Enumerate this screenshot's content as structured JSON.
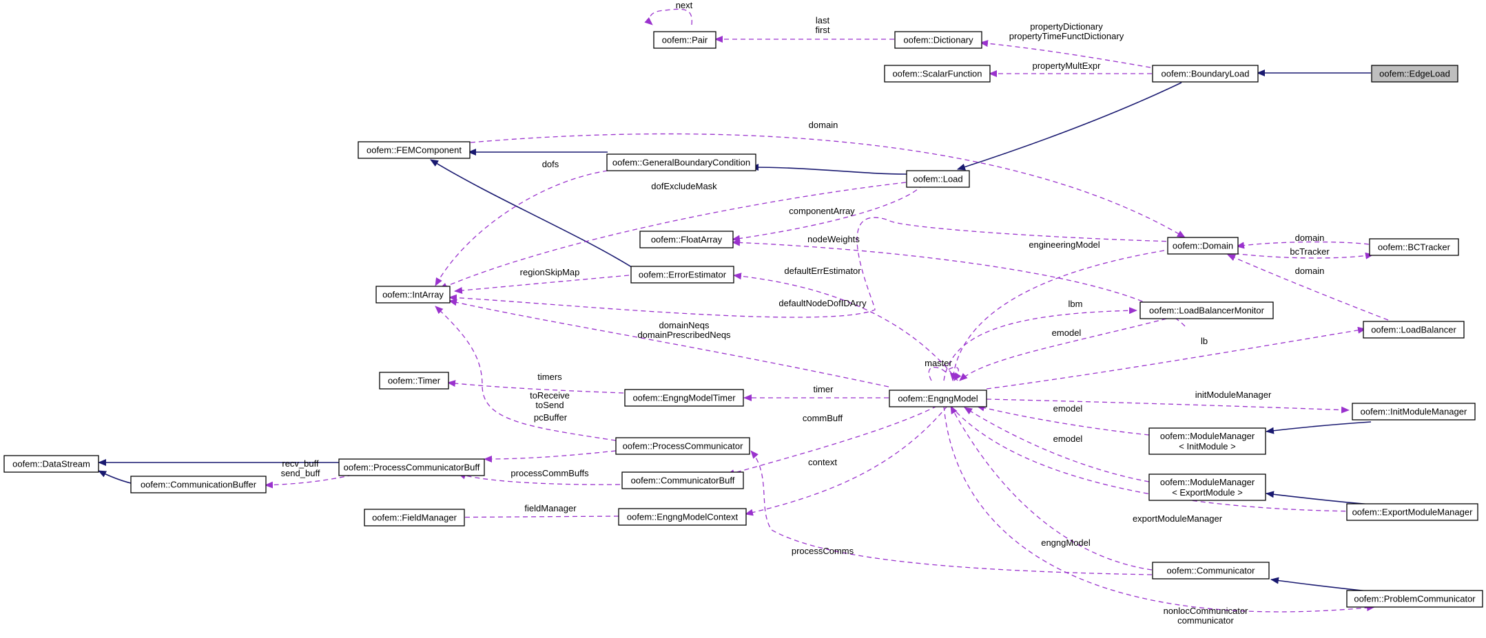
{
  "diagram": {
    "colors": {
      "inheritance": "#191970",
      "usage": "#9a32cd",
      "highlight_fill": "#bfbfbf"
    },
    "nodes": [
      {
        "id": "pair",
        "lines": [
          "oofem::Pair"
        ]
      },
      {
        "id": "dictionary",
        "lines": [
          "oofem::Dictionary"
        ]
      },
      {
        "id": "scalarfunction",
        "lines": [
          "oofem::ScalarFunction"
        ]
      },
      {
        "id": "boundaryload",
        "lines": [
          "oofem::BoundaryLoad"
        ]
      },
      {
        "id": "edgeload",
        "lines": [
          "oofem::EdgeLoad"
        ],
        "highlight": true
      },
      {
        "id": "femcomponent",
        "lines": [
          "oofem::FEMComponent"
        ]
      },
      {
        "id": "gbc",
        "lines": [
          "oofem::GeneralBoundaryCondition"
        ]
      },
      {
        "id": "load",
        "lines": [
          "oofem::Load"
        ]
      },
      {
        "id": "floatarray",
        "lines": [
          "oofem::FloatArray"
        ]
      },
      {
        "id": "domain",
        "lines": [
          "oofem::Domain"
        ]
      },
      {
        "id": "bctracker",
        "lines": [
          "oofem::BCTracker"
        ]
      },
      {
        "id": "intarray",
        "lines": [
          "oofem::IntArray"
        ]
      },
      {
        "id": "errorestimator",
        "lines": [
          "oofem::ErrorEstimator"
        ]
      },
      {
        "id": "lbmonitor",
        "lines": [
          "oofem::LoadBalancerMonitor"
        ]
      },
      {
        "id": "loadbalancer",
        "lines": [
          "oofem::LoadBalancer"
        ]
      },
      {
        "id": "timer",
        "lines": [
          "oofem::Timer"
        ]
      },
      {
        "id": "engngmodeltimer",
        "lines": [
          "oofem::EngngModelTimer"
        ]
      },
      {
        "id": "engngmodel",
        "lines": [
          "oofem::EngngModel"
        ]
      },
      {
        "id": "initmodulemanager",
        "lines": [
          "oofem::InitModuleManager"
        ]
      },
      {
        "id": "mm_init",
        "lines": [
          "oofem::ModuleManager",
          "< InitModule >"
        ]
      },
      {
        "id": "datastream",
        "lines": [
          "oofem::DataStream"
        ]
      },
      {
        "id": "pcbuff",
        "lines": [
          "oofem::ProcessCommunicatorBuff"
        ]
      },
      {
        "id": "processcommunicator",
        "lines": [
          "oofem::ProcessCommunicator"
        ]
      },
      {
        "id": "communicationbuffer",
        "lines": [
          "oofem::CommunicationBuffer"
        ]
      },
      {
        "id": "communicatorbuff",
        "lines": [
          "oofem::CommunicatorBuff"
        ]
      },
      {
        "id": "mm_export",
        "lines": [
          "oofem::ModuleManager",
          "< ExportModule >"
        ]
      },
      {
        "id": "exportmodulemanager",
        "lines": [
          "oofem::ExportModuleManager"
        ]
      },
      {
        "id": "fieldmanager",
        "lines": [
          "oofem::FieldManager"
        ]
      },
      {
        "id": "engngmodelcontext",
        "lines": [
          "oofem::EngngModelContext"
        ]
      },
      {
        "id": "communicator",
        "lines": [
          "oofem::Communicator"
        ]
      },
      {
        "id": "problemcommunicator",
        "lines": [
          "oofem::ProblemCommunicator"
        ]
      }
    ],
    "edge_labels": [
      {
        "id": "next",
        "lines": [
          "next"
        ]
      },
      {
        "id": "lastfirst",
        "lines": [
          "last",
          "first"
        ]
      },
      {
        "id": "propdict",
        "lines": [
          "propertyDictionary",
          "propertyTimeFunctDictionary"
        ]
      },
      {
        "id": "propmult",
        "lines": [
          "propertyMultExpr"
        ]
      },
      {
        "id": "domain1",
        "lines": [
          "domain"
        ]
      },
      {
        "id": "dofs",
        "lines": [
          "dofs"
        ]
      },
      {
        "id": "dofexclude",
        "lines": [
          "dofExcludeMask"
        ]
      },
      {
        "id": "componentarray",
        "lines": [
          "componentArray"
        ]
      },
      {
        "id": "nodeweights",
        "lines": [
          "nodeWeights"
        ]
      },
      {
        "id": "engmodel_lbl",
        "lines": [
          "engineeringModel"
        ]
      },
      {
        "id": "domain2",
        "lines": [
          "domain"
        ]
      },
      {
        "id": "bctracker_lbl",
        "lines": [
          "bcTracker"
        ]
      },
      {
        "id": "domain3",
        "lines": [
          "domain"
        ]
      },
      {
        "id": "regionskip",
        "lines": [
          "regionSkipMap"
        ]
      },
      {
        "id": "defaulterr",
        "lines": [
          "defaultErrEstimator"
        ]
      },
      {
        "id": "defaultnodedof",
        "lines": [
          "defaultNodeDofIDArry"
        ]
      },
      {
        "id": "lbm",
        "lines": [
          "lbm"
        ]
      },
      {
        "id": "domainneqs",
        "lines": [
          "domainNeqs",
          "domainPrescribedNeqs"
        ]
      },
      {
        "id": "emodel1",
        "lines": [
          "emodel"
        ]
      },
      {
        "id": "lb",
        "lines": [
          "lb"
        ]
      },
      {
        "id": "master",
        "lines": [
          "master"
        ]
      },
      {
        "id": "timers",
        "lines": [
          "timers"
        ]
      },
      {
        "id": "timer_lbl",
        "lines": [
          "timer"
        ]
      },
      {
        "id": "toreceive",
        "lines": [
          "toReceive",
          "toSend"
        ]
      },
      {
        "id": "initmm",
        "lines": [
          "initModuleManager"
        ]
      },
      {
        "id": "emodel2",
        "lines": [
          "emodel"
        ]
      },
      {
        "id": "commbuff",
        "lines": [
          "commBuff"
        ]
      },
      {
        "id": "pcbuffer",
        "lines": [
          "pcBuffer"
        ]
      },
      {
        "id": "emodel3",
        "lines": [
          "emodel"
        ]
      },
      {
        "id": "recvsend",
        "lines": [
          "recv_buff",
          "send_buff"
        ]
      },
      {
        "id": "context",
        "lines": [
          "context"
        ]
      },
      {
        "id": "processcommbuffs",
        "lines": [
          "processCommBuffs"
        ]
      },
      {
        "id": "fieldmanager_lbl",
        "lines": [
          "fieldManager"
        ]
      },
      {
        "id": "exportmm",
        "lines": [
          "exportModuleManager"
        ]
      },
      {
        "id": "engngmodel_lbl",
        "lines": [
          "engngModel"
        ]
      },
      {
        "id": "processcomms",
        "lines": [
          "processComms"
        ]
      },
      {
        "id": "nonloc",
        "lines": [
          "nonlocCommunicator",
          "communicator"
        ]
      }
    ]
  }
}
